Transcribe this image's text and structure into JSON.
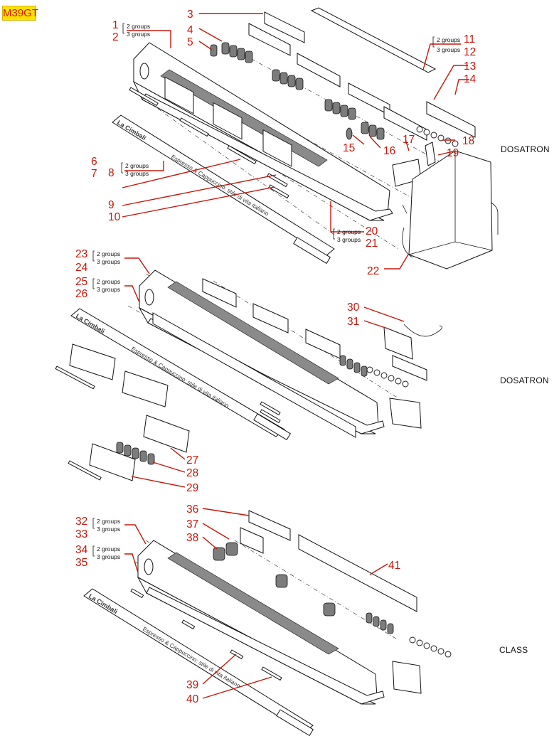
{
  "model": "M39GT",
  "variants": [
    "DOSATRON",
    "DOSATRON",
    "CLASS"
  ],
  "group_texts": {
    "two": "2 groups",
    "three": "3 groups"
  },
  "slogan": "Espresso & Cappuccino: stile di vita italiano",
  "brand": "La Cimbali",
  "callouts": [
    "1",
    "2",
    "3",
    "4",
    "5",
    "6",
    "7",
    "8",
    "9",
    "10",
    "11",
    "12",
    "13",
    "14",
    "15",
    "16",
    "17",
    "18",
    "19",
    "20",
    "21",
    "22",
    "23",
    "24",
    "25",
    "26",
    "27",
    "28",
    "29",
    "30",
    "31",
    "32",
    "33",
    "34",
    "35",
    "36",
    "37",
    "38",
    "39",
    "40",
    "41"
  ],
  "colors": {
    "callout": "#c8160a",
    "tag_bg": "#ffe100",
    "tag_text": "#d61a0c",
    "ink": "#111111"
  }
}
